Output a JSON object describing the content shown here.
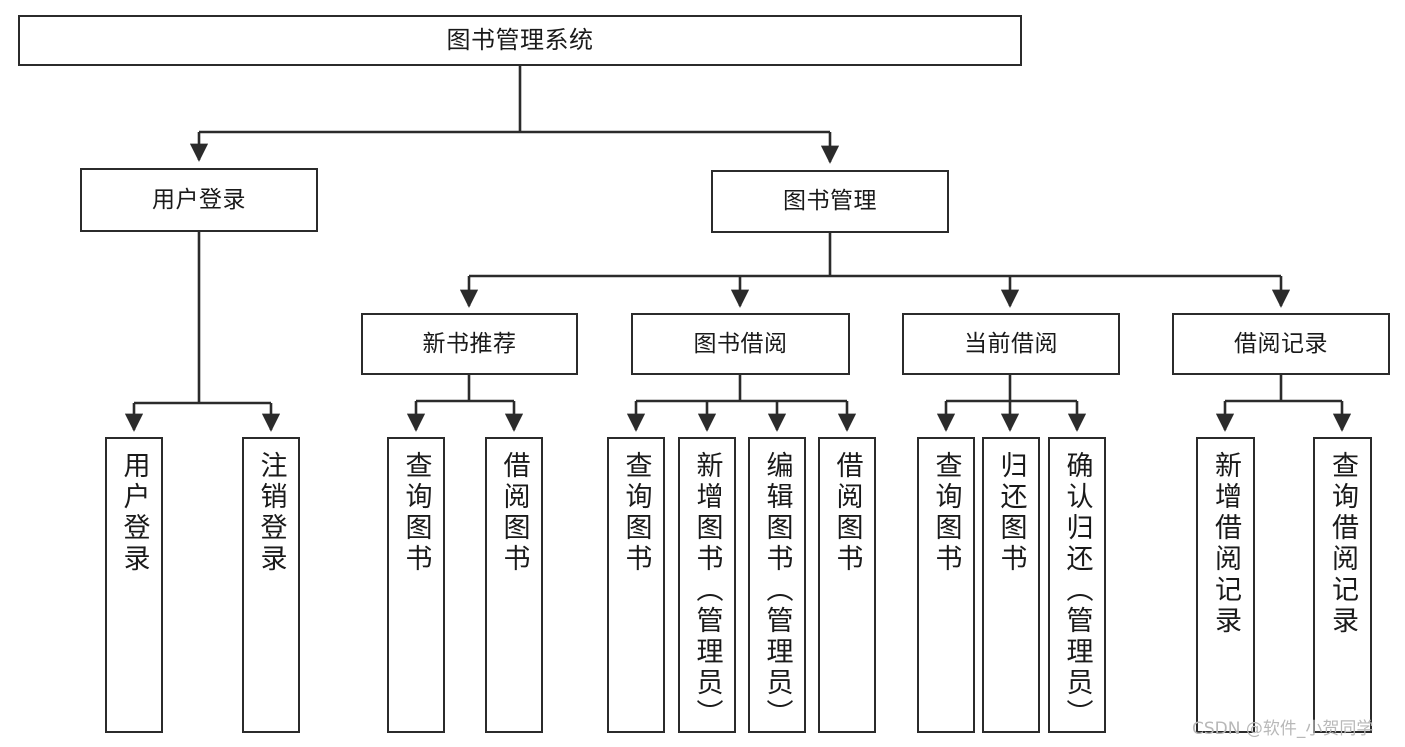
{
  "diagram": {
    "type": "tree-hierarchy-chart",
    "title": "图书管理系统",
    "watermark": "CSDN @软件_小贺同学",
    "colors": {
      "box_border": "#2b2b2b",
      "box_fill": "#ffffff",
      "edge": "#2b2b2b",
      "text": "#1a1a1a",
      "watermark": "#b8b8b8",
      "background": "#ffffff"
    },
    "nodes": {
      "root": {
        "label": "图书管理系统"
      },
      "level2": [
        {
          "label": "用户登录"
        },
        {
          "label": "图书管理"
        }
      ],
      "level3": [
        {
          "label": "新书推荐"
        },
        {
          "label": "图书借阅"
        },
        {
          "label": "当前借阅"
        },
        {
          "label": "借阅记录"
        }
      ],
      "leaves_user_login": [
        {
          "label": "用户登录"
        },
        {
          "label": "注销登录"
        }
      ],
      "leaves_new_book": [
        {
          "label": "查询图书"
        },
        {
          "label": "借阅图书"
        }
      ],
      "leaves_borrow": [
        {
          "label": "查询图书"
        },
        {
          "label": "新增图书（管理员）"
        },
        {
          "label": "编辑图书（管理员）"
        },
        {
          "label": "借阅图书"
        }
      ],
      "leaves_current": [
        {
          "label": "查询图书"
        },
        {
          "label": "归还图书"
        },
        {
          "label": "确认归还（管理员）"
        }
      ],
      "leaves_records": [
        {
          "label": "新增借阅记录"
        },
        {
          "label": "查询借阅记录"
        }
      ]
    }
  }
}
